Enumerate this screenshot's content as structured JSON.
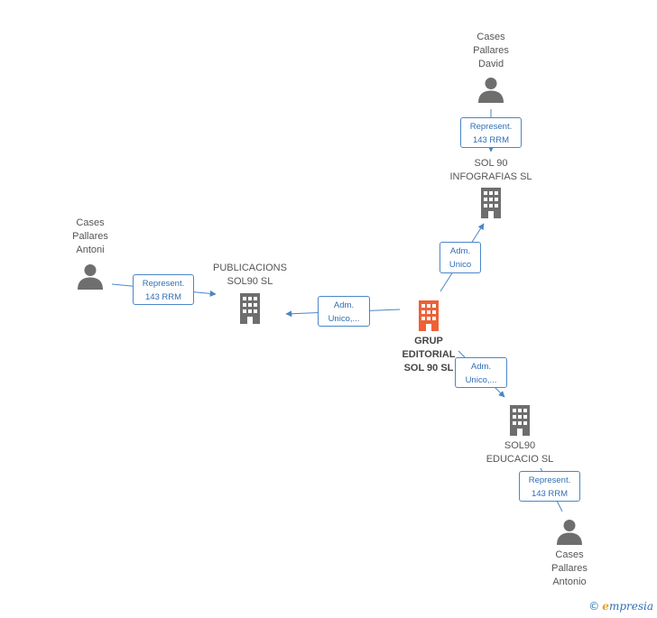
{
  "colors": {
    "edge": "#4a86c8",
    "node_gray": "#6e6e6e",
    "node_focus": "#ee6137"
  },
  "nodes": {
    "david": {
      "label": "Cases\nPallares\nDavid",
      "icon": "person-icon"
    },
    "infografias": {
      "label": "SOL 90\nINFOGRAFIAS SL",
      "icon": "building-icon"
    },
    "antoni": {
      "label": "Cases\nPallares\nAntoni",
      "icon": "person-icon"
    },
    "publicacions": {
      "label": "PUBLICACIONS\nSOL90 SL",
      "icon": "building-icon"
    },
    "grup": {
      "label": "GRUP\nEDITORIAL\nSOL 90 SL",
      "icon": "building-icon"
    },
    "educacio": {
      "label": "SOL90\nEDUCACIO SL",
      "icon": "building-icon"
    },
    "antonio": {
      "label": "Cases\nPallares\nAntonio",
      "icon": "person-icon"
    }
  },
  "edges": {
    "david_infografias": "Represent.\n143 RRM",
    "grup_infografias": "Adm.\nUnico",
    "antoni_publicacions": "Represent.\n143 RRM",
    "grup_publicacions": "Adm.\nUnico,...",
    "grup_educacio": "Adm.\nUnico,...",
    "educacio_antonio": "Represent.\n143 RRM"
  },
  "watermark": {
    "copyright": "©",
    "brand_first": "e",
    "brand_rest": "mpresia"
  }
}
